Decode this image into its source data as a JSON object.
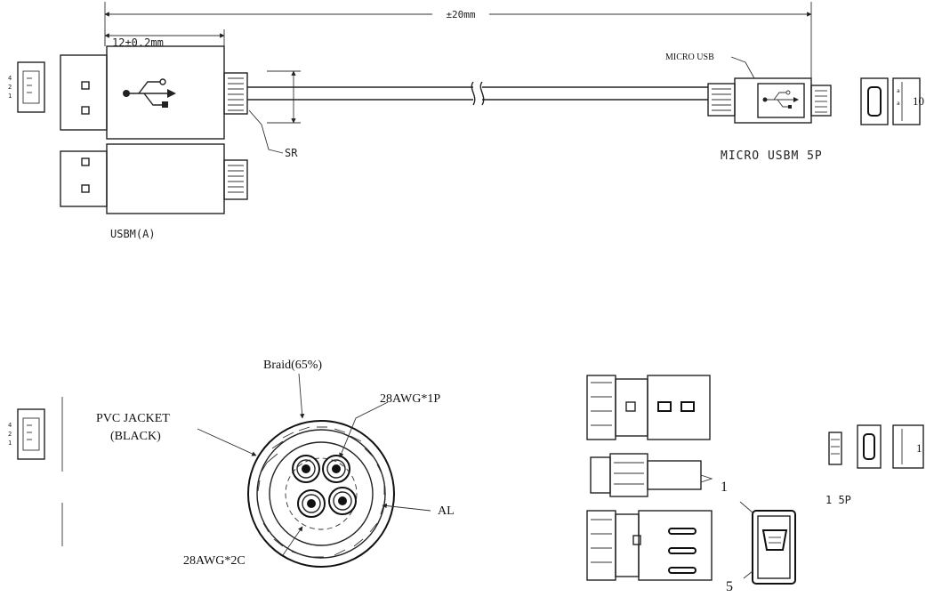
{
  "dimensions": {
    "total_length": "±20mm",
    "plug_length": "12±0.2mm"
  },
  "top_view": {
    "micro_usb_callout": "MICRO USB",
    "sr_callout": "SR",
    "right_dim_label": "10",
    "usb_a_label": "USBM(A)",
    "micro_usb_label": "MICRO USBM 5P"
  },
  "cross_section": {
    "braid": "Braid(65%)",
    "jacket_line1": "PVC JACKET",
    "jacket_line2": "(BLACK)",
    "pair_1p": "28AWG*1P",
    "al": "AL",
    "pair_2c": "28AWG*2C"
  },
  "bottom_right": {
    "pin_1": "1",
    "pin_5": "5",
    "label_5p": "1 5P",
    "right_dim_label": "1"
  }
}
